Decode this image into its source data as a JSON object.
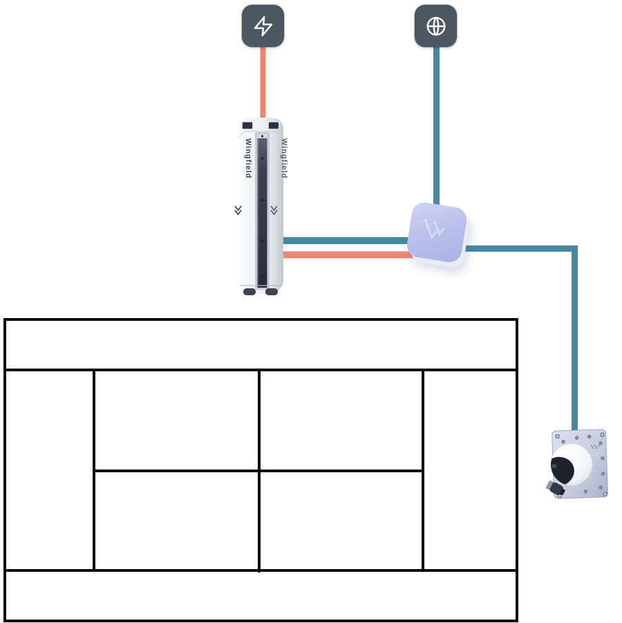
{
  "diagram": {
    "name": "court-system-setup-illustration",
    "background_color": "#FFFFFF",
    "nodes": {
      "power_source": {
        "icon": "zap-icon",
        "bg_color": "#4D5761",
        "glyph_color": "#FFFFFF"
      },
      "internet_source": {
        "icon": "globe-icon",
        "bg_color": "#4D5761",
        "glyph_color": "#FFFFFF"
      },
      "tower": {
        "brand": "Wingfield",
        "body_color": "#EEF0F3",
        "panel_color": "#2F3747"
      },
      "antenna_box": {
        "body_color": "#B7BEE8"
      },
      "camera": {
        "plate_color": "#C9CFE0",
        "lens_color": "#1E222B"
      }
    },
    "cables": {
      "power_color": "#EE8573",
      "network_color": "#46889E",
      "connections": [
        {
          "from": "power_source",
          "to": "tower",
          "type": "power"
        },
        {
          "from": "internet_source",
          "to": "antenna_box",
          "type": "network"
        },
        {
          "from": "tower",
          "to": "antenna_box",
          "type": "network"
        },
        {
          "from": "tower",
          "to": "antenna_box",
          "type": "power"
        },
        {
          "from": "antenna_box",
          "to": "camera",
          "type": "network"
        }
      ]
    },
    "court": {
      "line_color": "#0A0A0A",
      "elements": [
        "doubles-boundary",
        "singles-sideline-top",
        "singles-sideline-bottom",
        "service-line-left",
        "net-line",
        "service-line-right",
        "center-service-line"
      ]
    }
  }
}
